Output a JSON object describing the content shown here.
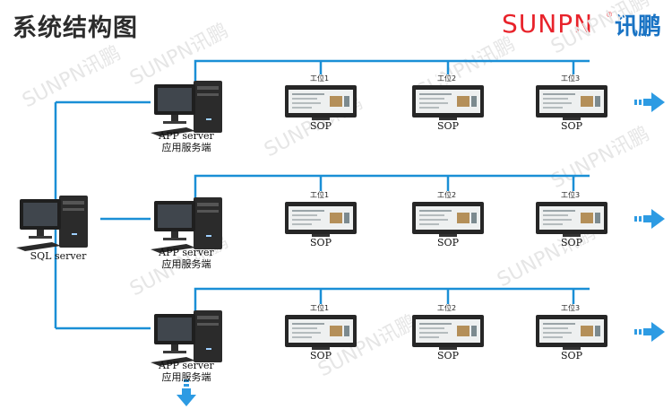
{
  "header": {
    "title": "系统结构图",
    "brand_latin": "SUNPN",
    "brand_cn": "讯鹏",
    "brand_mark": "®"
  },
  "database": {
    "label": "SQL server"
  },
  "rows": [
    {
      "server_en": "APP server",
      "server_cn": "应用服务端",
      "stations": [
        {
          "name": "工位1",
          "device": "SOP"
        },
        {
          "name": "工位2",
          "device": "SOP"
        },
        {
          "name": "工位3",
          "device": "SOP"
        }
      ]
    },
    {
      "server_en": "APP server",
      "server_cn": "应用服务端",
      "stations": [
        {
          "name": "工位1",
          "device": "SOP"
        },
        {
          "name": "工位2",
          "device": "SOP"
        },
        {
          "name": "工位3",
          "device": "SOP"
        }
      ]
    },
    {
      "server_en": "APP server",
      "server_cn": "应用服务端",
      "stations": [
        {
          "name": "工位1",
          "device": "SOP"
        },
        {
          "name": "工位2",
          "device": "SOP"
        },
        {
          "name": "工位3",
          "device": "SOP"
        }
      ]
    }
  ],
  "colors": {
    "line": "#1a8fd6",
    "arrow": "#2d9be3",
    "brand_red": "#e8232b",
    "brand_blue": "#1973c4",
    "watermark": "#e6e6e6"
  },
  "icons": [
    "computer-icon",
    "monitor-icon",
    "arrow-right-icon",
    "arrow-down-icon"
  ]
}
